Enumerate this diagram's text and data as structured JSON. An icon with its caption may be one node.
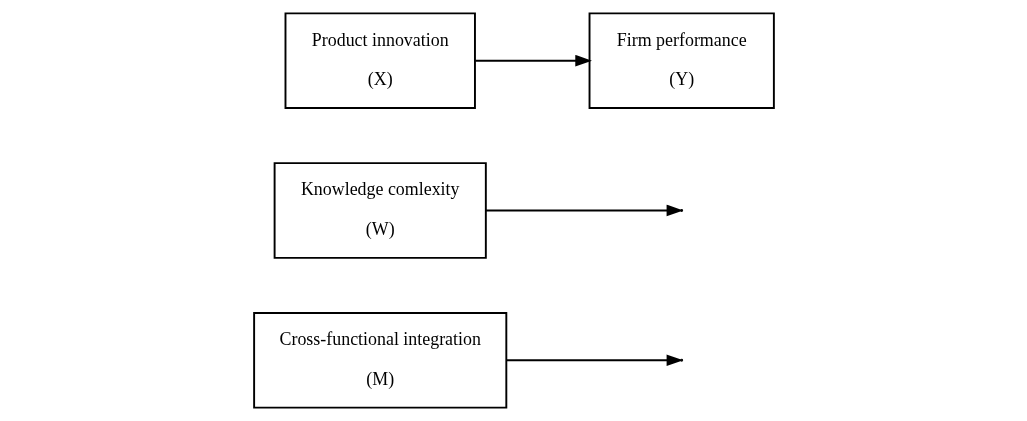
{
  "diagram": {
    "nodes": [
      {
        "text": [
          "Cross-functional integration",
          "(M)"
        ]
      },
      {
        "text": [
          "Knowledge comlexity",
          "(W)"
        ]
      },
      {
        "text": [
          "Product innovation",
          "(X)"
        ]
      },
      {
        "text": [
          "Firm performance",
          "(Y)"
        ]
      }
    ],
    "edges": [
      {
        "from": 2,
        "to": 3,
        "arrow": "to"
      },
      {
        "from": 0,
        "to": null,
        "arrow": "to"
      },
      {
        "from": 1,
        "to": null,
        "arrow": "to"
      }
    ]
  }
}
